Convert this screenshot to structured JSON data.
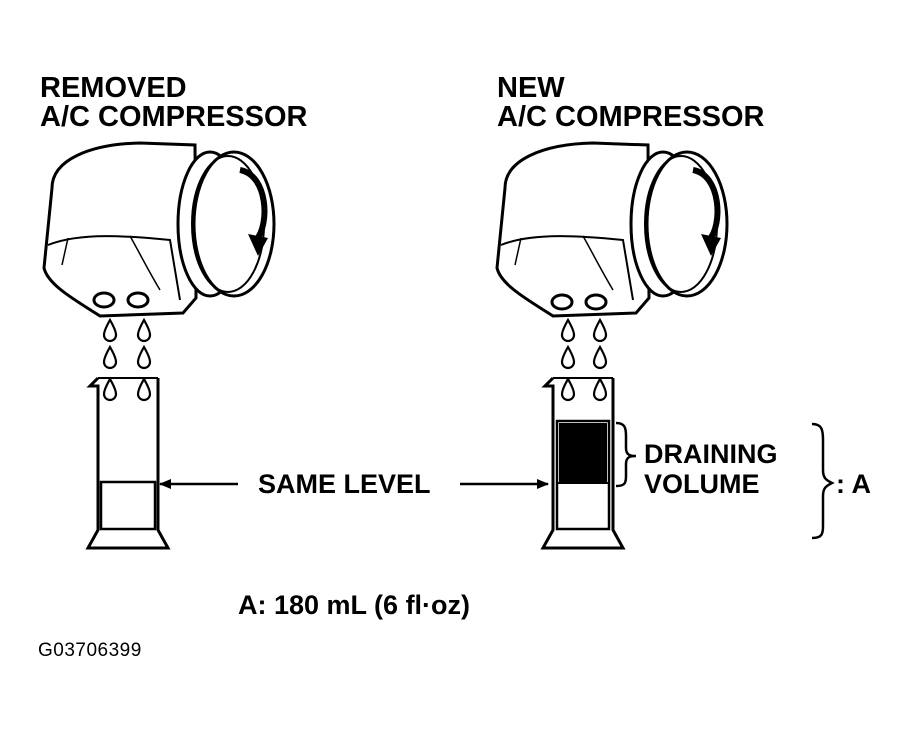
{
  "left_compressor": {
    "line1": "REMOVED",
    "line2": "A/C COMPRESSOR"
  },
  "right_compressor": {
    "line1": "NEW",
    "line2": "A/C COMPRESSOR"
  },
  "same_level_label": "SAME LEVEL",
  "draining_volume": {
    "line1": "DRAINING",
    "line2": "VOLUME"
  },
  "a_marker": ": A",
  "note": "A: 180 mL (6 fl·oz)",
  "figure_id": "G03706399",
  "icons": [
    "compressor-icon",
    "rotation-arrow-icon",
    "oil-drop-icon",
    "graduated-cylinder-icon",
    "bracket-icon",
    "double-arrow-icon"
  ]
}
